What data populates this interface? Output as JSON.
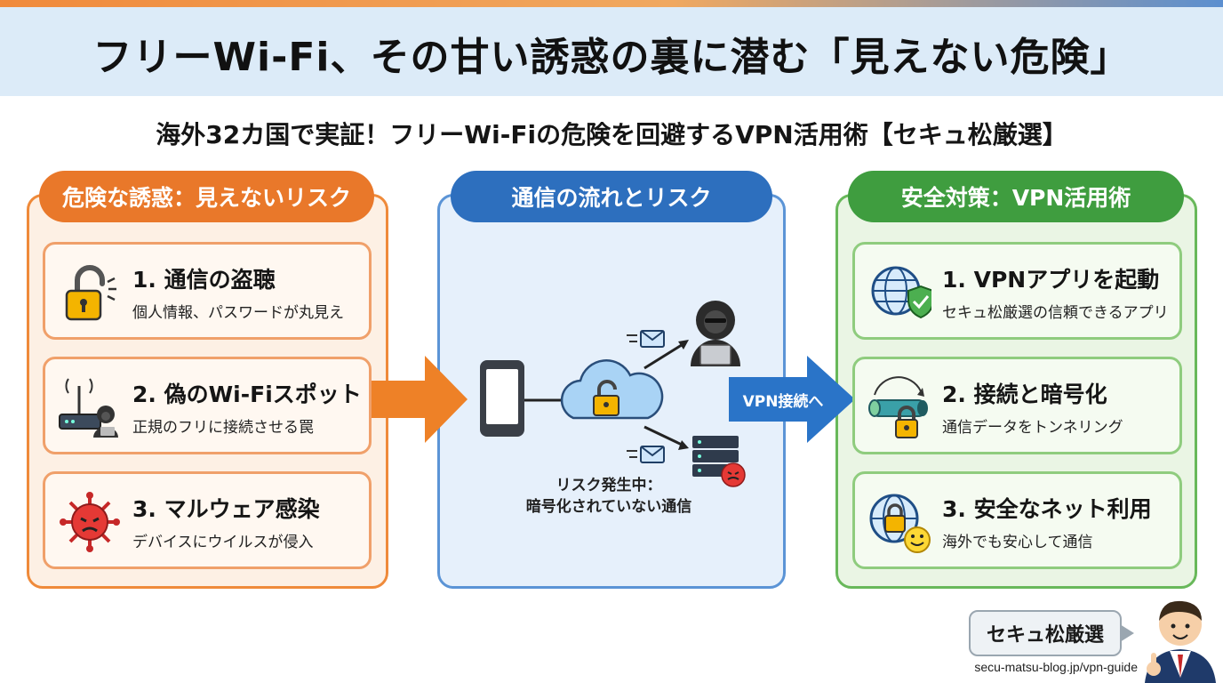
{
  "title": "フリーWi-Fi、その甘い誘惑の裏に潜む「見えない危険」",
  "subtitle": "海外32カ国で実証！フリーWi-Fiの危険を回避するVPN活用術【セキュ松厳選】",
  "left": {
    "heading": "危険な誘惑：見えないリスク",
    "items": [
      {
        "title": "1. 通信の盗聴",
        "desc": "個人情報、パスワードが丸見え",
        "icon": "unlocked-padlock-icon"
      },
      {
        "title": "2. 偽のWi-Fiスポット",
        "desc": "正規のフリに接続させる罠",
        "icon": "rogue-router-hacker-icon"
      },
      {
        "title": "3. マルウェア感染",
        "desc": "デバイスにウイルスが侵入",
        "icon": "virus-icon"
      }
    ]
  },
  "middle": {
    "heading": "通信の流れとリスク",
    "risk_line1": "リスク発生中：",
    "risk_line2": "暗号化されていない通信"
  },
  "arrow_label": "VPN接続へ",
  "right": {
    "heading": "安全対策：VPN活用術",
    "items": [
      {
        "title": "1. VPNアプリを起動",
        "desc": "セキュ松厳選の信頼できるアプリ",
        "icon": "globe-shield-icon"
      },
      {
        "title": "2. 接続と暗号化",
        "desc": "通信データをトンネリング",
        "icon": "tunnel-lock-icon"
      },
      {
        "title": "3. 安全なネット利用",
        "desc": "海外でも安心して通信",
        "icon": "globe-lock-smile-icon"
      }
    ]
  },
  "bubble_label": "セキュ松厳選",
  "url": "secu-matsu-blog.jp/vpn-guide",
  "colors": {
    "orange": "#e9782a",
    "blue": "#2d6fbe",
    "green": "#3f9d3f",
    "header_bg": "#dcebf8"
  }
}
